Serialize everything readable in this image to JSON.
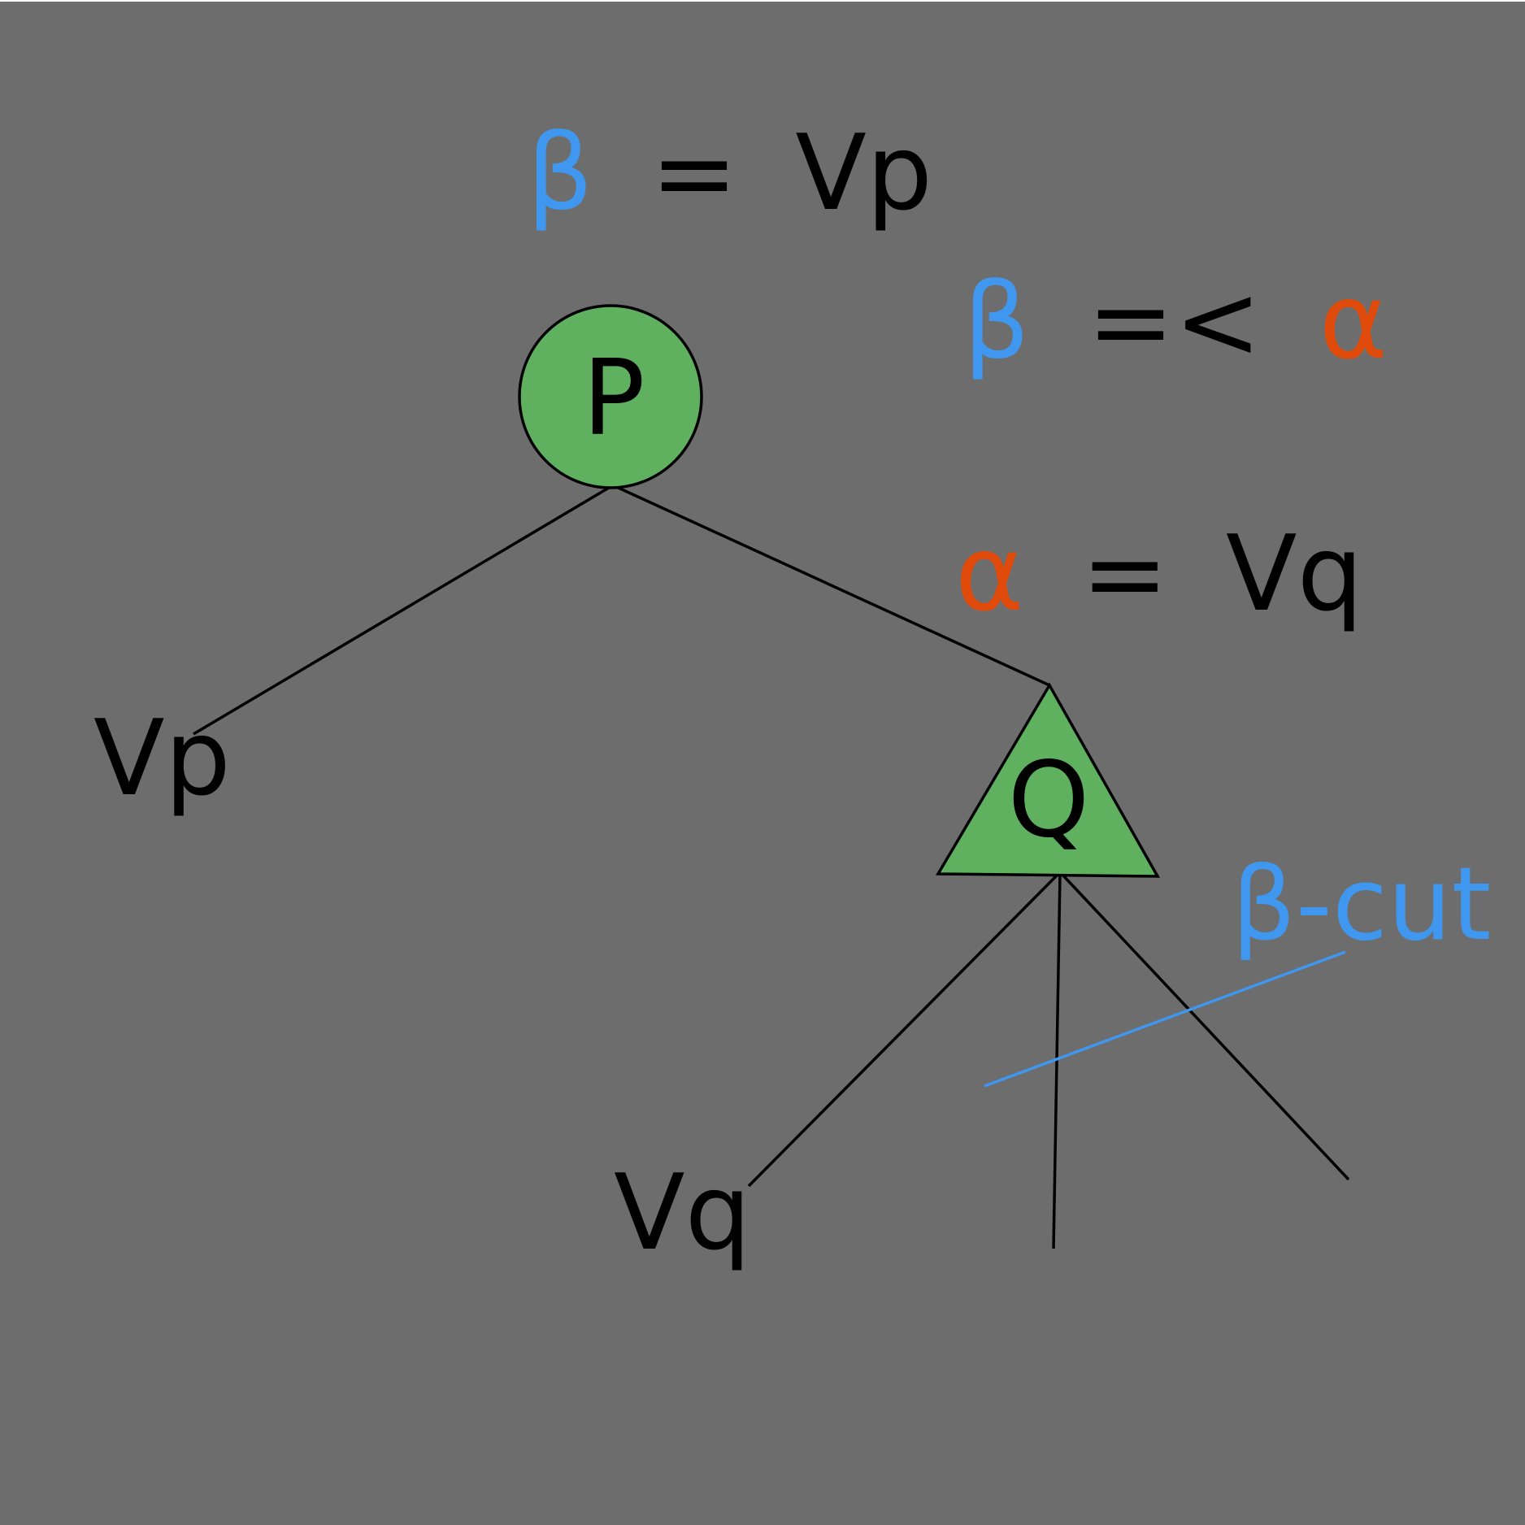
{
  "colors": {
    "background": "#6d6d6d",
    "node_fill": "#5fb05f",
    "ink": "#000000",
    "beta": "#3f97f0",
    "alpha": "#e04a0a"
  },
  "equations": {
    "top": {
      "beta": "β",
      "op": "=",
      "value": "Vp"
    },
    "compare": {
      "beta": "β",
      "op": "=<",
      "alpha": "α"
    },
    "alpha_eq": {
      "alpha": "α",
      "op": "=",
      "value": "Vq"
    }
  },
  "nodes": {
    "p": {
      "label": "P",
      "shape": "circle"
    },
    "q": {
      "label": "Q",
      "shape": "triangle"
    }
  },
  "leaves": {
    "vp": "Vp",
    "vq": "Vq"
  },
  "cut_label": "β-cut"
}
